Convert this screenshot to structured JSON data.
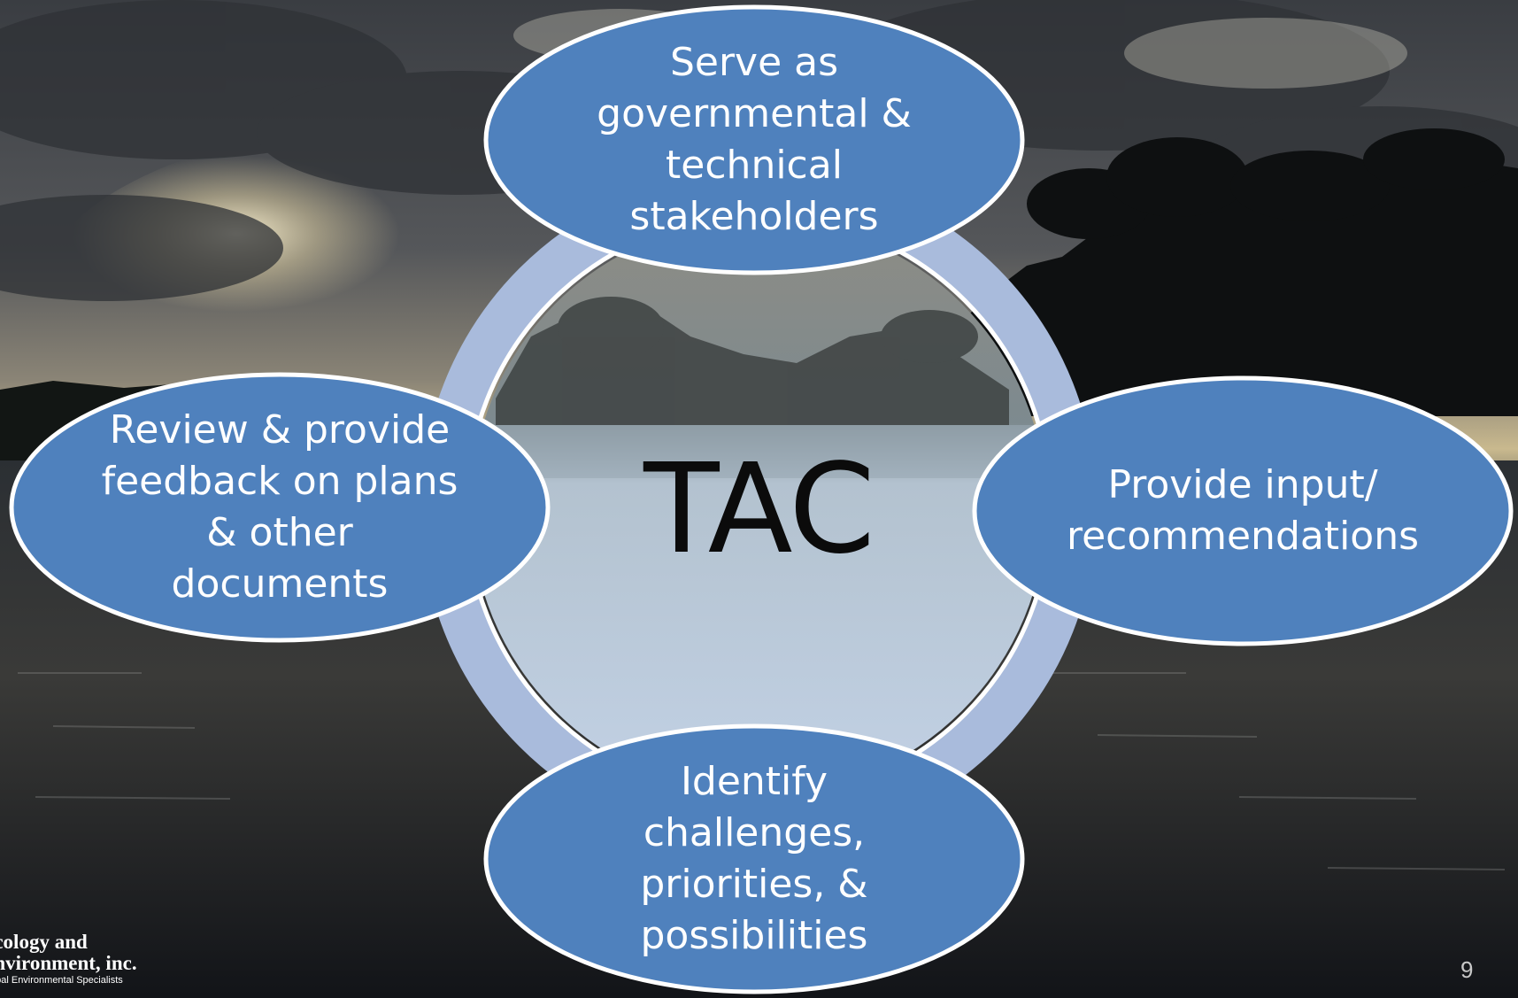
{
  "diagram": {
    "center": "TAC",
    "nodes": {
      "top": "Serve as\ngovernmental &\ntechnical\nstakeholders",
      "right": "Provide input/\nrecommendations",
      "bottom": "Identify\nchallenges,\npriorities, &\npossibilities",
      "left": "Review & provide\nfeedback on plans\n& other\ndocuments"
    }
  },
  "footer": {
    "logo_line1": "Ecology and",
    "logo_line2": "Environment, inc.",
    "logo_line3": "Global Environmental Specialists",
    "page_number": "9"
  },
  "colors": {
    "node_fill": "#4f81bd",
    "node_stroke": "#ffffff",
    "ring": "#aabbdd",
    "center_text": "#0b0b0b"
  }
}
